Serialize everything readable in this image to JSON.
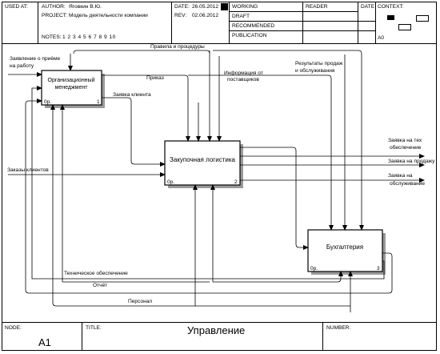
{
  "header": {
    "used_at_label": "USED AT:",
    "author_label": "AUTHOR:",
    "author": "Яговкин В.Ю.",
    "project_label": "PROJECT:",
    "project": "Модель деятельности компании",
    "notes_label": "NOTES:",
    "notes": "1 2 3 4 5 6 7 8 9 10",
    "date_label": "DATE:",
    "date": "26.05.2012",
    "rev_label": "REV:",
    "rev": "02.06.2012",
    "status": [
      "WORKING",
      "DRAFT",
      "RECOMMENDED",
      "PUBLICATION"
    ],
    "reader_label": "READER",
    "reader_date_label": "DATE",
    "context_label": "CONTEXT:",
    "context_node": "A0"
  },
  "footer": {
    "node_label": "NODE:",
    "node": "A1",
    "title_label": "TITLE:",
    "title": "Управление",
    "number_label": "NUMBER:"
  },
  "boxes": [
    {
      "id": "org",
      "label": [
        "Организационный",
        "менеджмент"
      ],
      "cost": "0р.",
      "num": "1"
    },
    {
      "id": "log",
      "label": [
        "Закупочная логистика"
      ],
      "cost": "0р.",
      "num": "2"
    },
    {
      "id": "acc",
      "label": [
        "Бухгалтерия"
      ],
      "cost": "0р.",
      "num": "3"
    }
  ],
  "arrows": {
    "statement": [
      "Заявление о приёме",
      "на работу"
    ],
    "rules": "Правила и процедуры",
    "order": "Приказ",
    "supplier_info": [
      "Информация от",
      "поставщиков"
    ],
    "sales_results": [
      "Результаты продаж",
      "и обслуживания"
    ],
    "client_request": "Заявка клиента",
    "client_orders": "Заказы клиентов",
    "tech_req": [
      "Заявка на тех",
      "обеспечение"
    ],
    "sale_req": "Заявка на продажу",
    "service_req": [
      "Заявка на",
      "обслуживание"
    ],
    "tech_support": "Техническое обеспечение",
    "report": "Отчёт",
    "staff": "Персонал"
  }
}
